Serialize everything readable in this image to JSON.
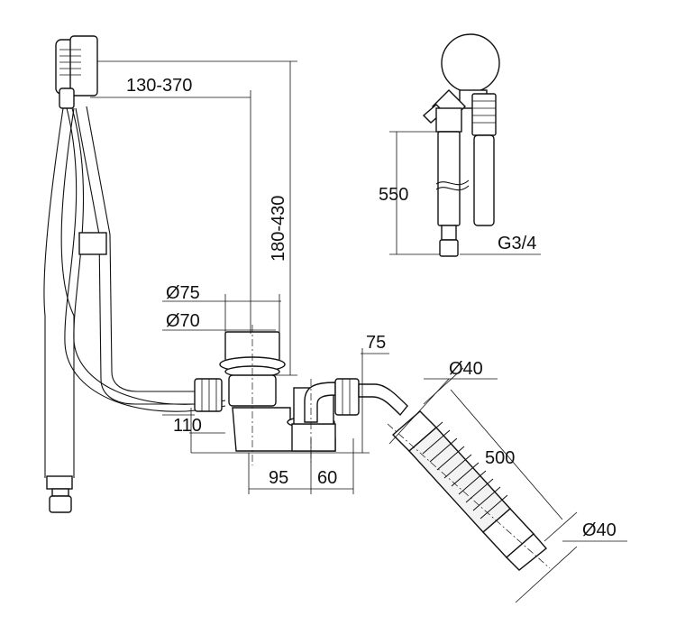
{
  "dimensions": {
    "reach": "130-370",
    "height_range": "180-430",
    "diameter_outer": "Ø75",
    "diameter_inner": "Ø70",
    "height_drain": "110",
    "depth": "75",
    "offset_a": "95",
    "offset_b": "60",
    "hose_inlet": "Ø40",
    "hose_length": "500",
    "hose_outlet": "Ø40",
    "valve_height": "550",
    "thread": "G3/4"
  }
}
